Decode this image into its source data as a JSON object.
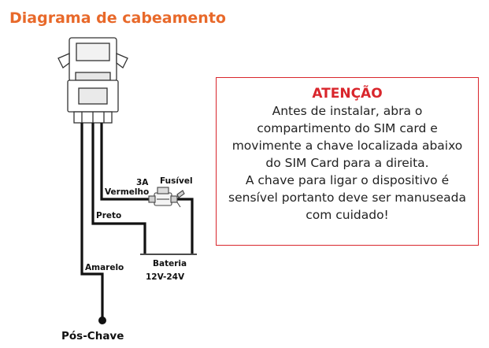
{
  "title": "Diagrama de cabeamento",
  "wire_labels": {
    "fuse_rating": "3A",
    "fuse": "Fusível",
    "red": "Vermelho",
    "black": "Preto",
    "yellow": "Amarelo",
    "battery": "Bateria",
    "voltage": "12V-24V",
    "ignition": "Pós-Chave"
  },
  "alert": {
    "title": "ATENÇÃO",
    "lines": [
      "Antes de instalar, abra o",
      "compartimento do SIM card e",
      "movimente a chave localizada abaixo",
      "do SIM Card para a direita.",
      "A chave para ligar o dispositivo é",
      "sensível portanto deve ser manuseada",
      "com cuidado!"
    ]
  },
  "colors": {
    "title": "#e8692a",
    "alert_border": "#d9262c",
    "alert_title": "#d9262c",
    "wire": "#111111"
  }
}
